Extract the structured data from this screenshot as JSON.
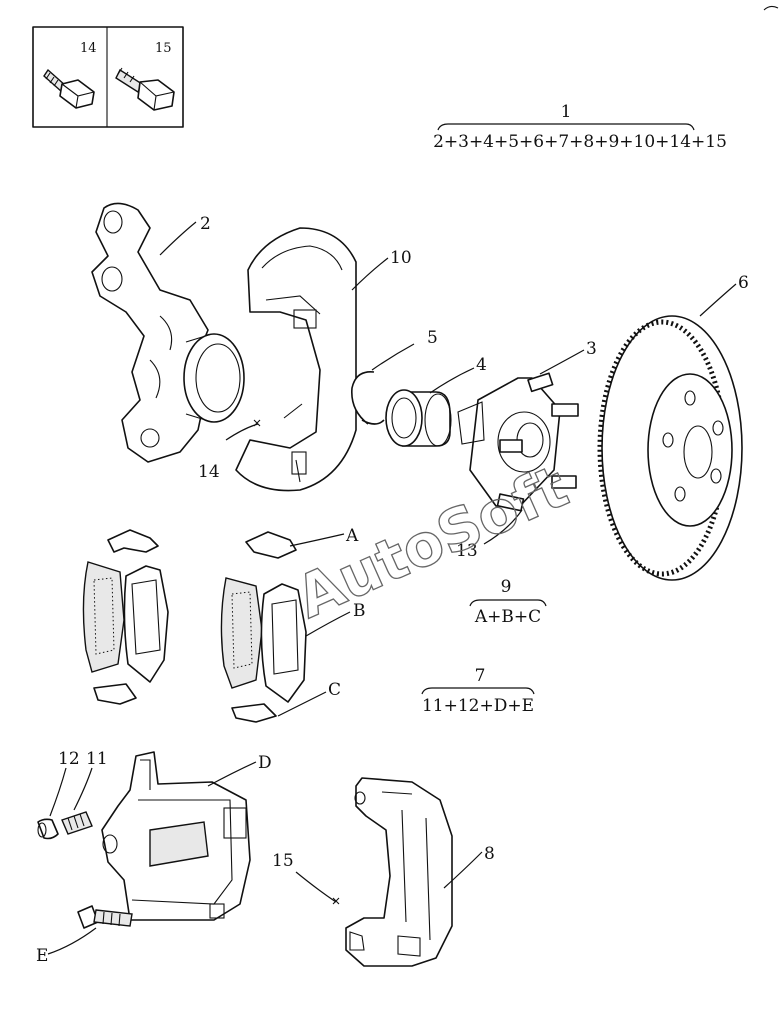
{
  "callouts": {
    "c1": "1",
    "c1_formula": "2+3+4+5+6+7+8+9+10+14+15",
    "c2": "2",
    "c3": "3",
    "c4": "4",
    "c5": "5",
    "c6": "6",
    "c7": "7",
    "c7_formula": "11+12+D+E",
    "c8": "8",
    "c9": "9",
    "c9_formula": "A+B+C",
    "c10": "10",
    "c11": "11",
    "c12": "12",
    "c13": "13",
    "c14_box": "14",
    "c15_box": "15",
    "c14": "14",
    "c15": "15",
    "cA": "A",
    "cB": "B",
    "cC": "C",
    "cD": "D",
    "cE": "E"
  },
  "watermark": "AutoSoft"
}
